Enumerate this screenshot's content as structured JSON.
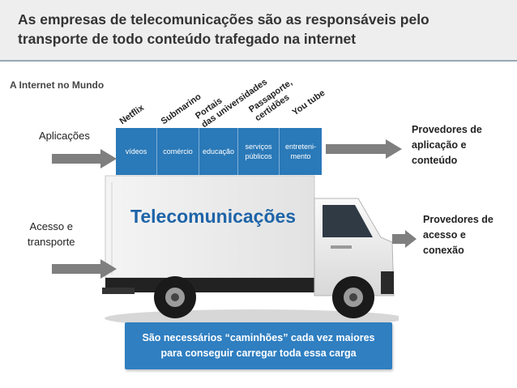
{
  "title": {
    "line1": "As empresas de telecomunicações são as responsáveis pelo",
    "line2": "transporte de todo conteúdo trafegado na internet"
  },
  "subtitle": "A Internet no Mundo",
  "brands": [
    {
      "lines": [
        "Netflix"
      ]
    },
    {
      "lines": [
        "Submarino"
      ]
    },
    {
      "lines": [
        "Portais",
        "das universidades"
      ]
    },
    {
      "lines": [
        "Passaporte,",
        "certidões"
      ]
    },
    {
      "lines": [
        "You tube"
      ]
    }
  ],
  "categories": [
    {
      "lines": [
        "vídeos"
      ]
    },
    {
      "lines": [
        "comércio"
      ]
    },
    {
      "lines": [
        "educação"
      ]
    },
    {
      "lines": [
        "serviços",
        "públicos"
      ]
    },
    {
      "lines": [
        "entreteni-",
        "mento"
      ]
    }
  ],
  "left_labels": {
    "applications": "Aplicações",
    "access_line1": "Acesso e",
    "access_line2": "transporte"
  },
  "right_labels": {
    "providers_app_line1": "Provedores de",
    "providers_app_line2": "aplicação e",
    "providers_app_line3": "conteúdo",
    "providers_access_line1": "Provedores de",
    "providers_access_line2": "acesso e",
    "providers_access_line3": "conexão"
  },
  "truck_label": "Telecomunicações",
  "callout": {
    "line1": "São necessários “caminhões” cada vez maiores",
    "line2": "para conseguir carregar toda essa carga"
  },
  "colors": {
    "accent_blue": "#2a79b8",
    "truck_text": "#1e64a8",
    "arrow_gray": "#7f7f7f",
    "title_bg": "#eeeeee"
  }
}
